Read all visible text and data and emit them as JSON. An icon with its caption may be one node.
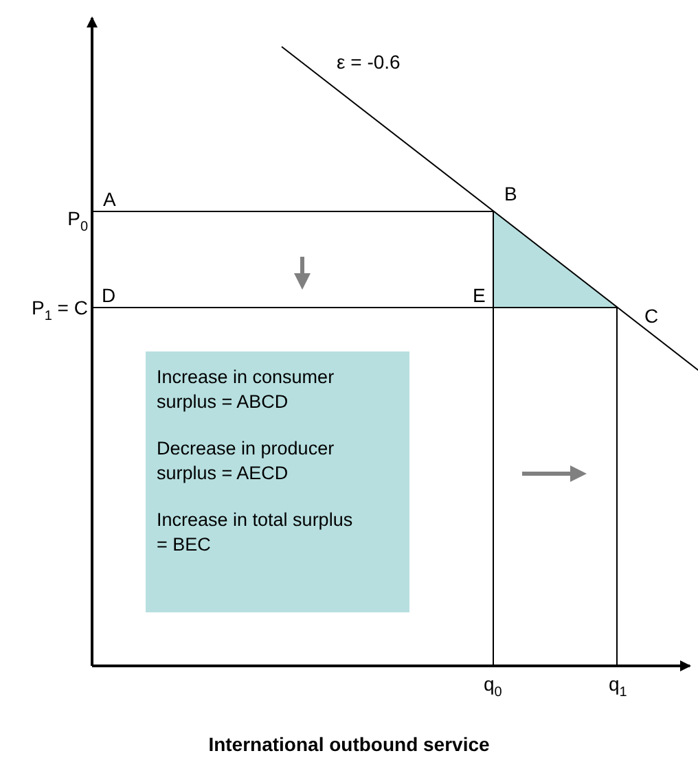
{
  "diagram": {
    "caption": "International outbound service",
    "nodes": [
      {
        "text": [
          "Increase in consumer surplus = ABCD",
          "Decrease in producer surplus = AECD",
          "Increase in total surplus = BEC"
        ]
      },
      {
        "text": [],
        "shape": "triangle"
      }
    ],
    "labels": [
      "ε = -0.6",
      "A",
      "B",
      "P$_{0}$",
      "D",
      "E",
      "P$_{1}$ = C",
      "C",
      "q$_{0}$",
      "q$_{1}$"
    ]
  }
}
